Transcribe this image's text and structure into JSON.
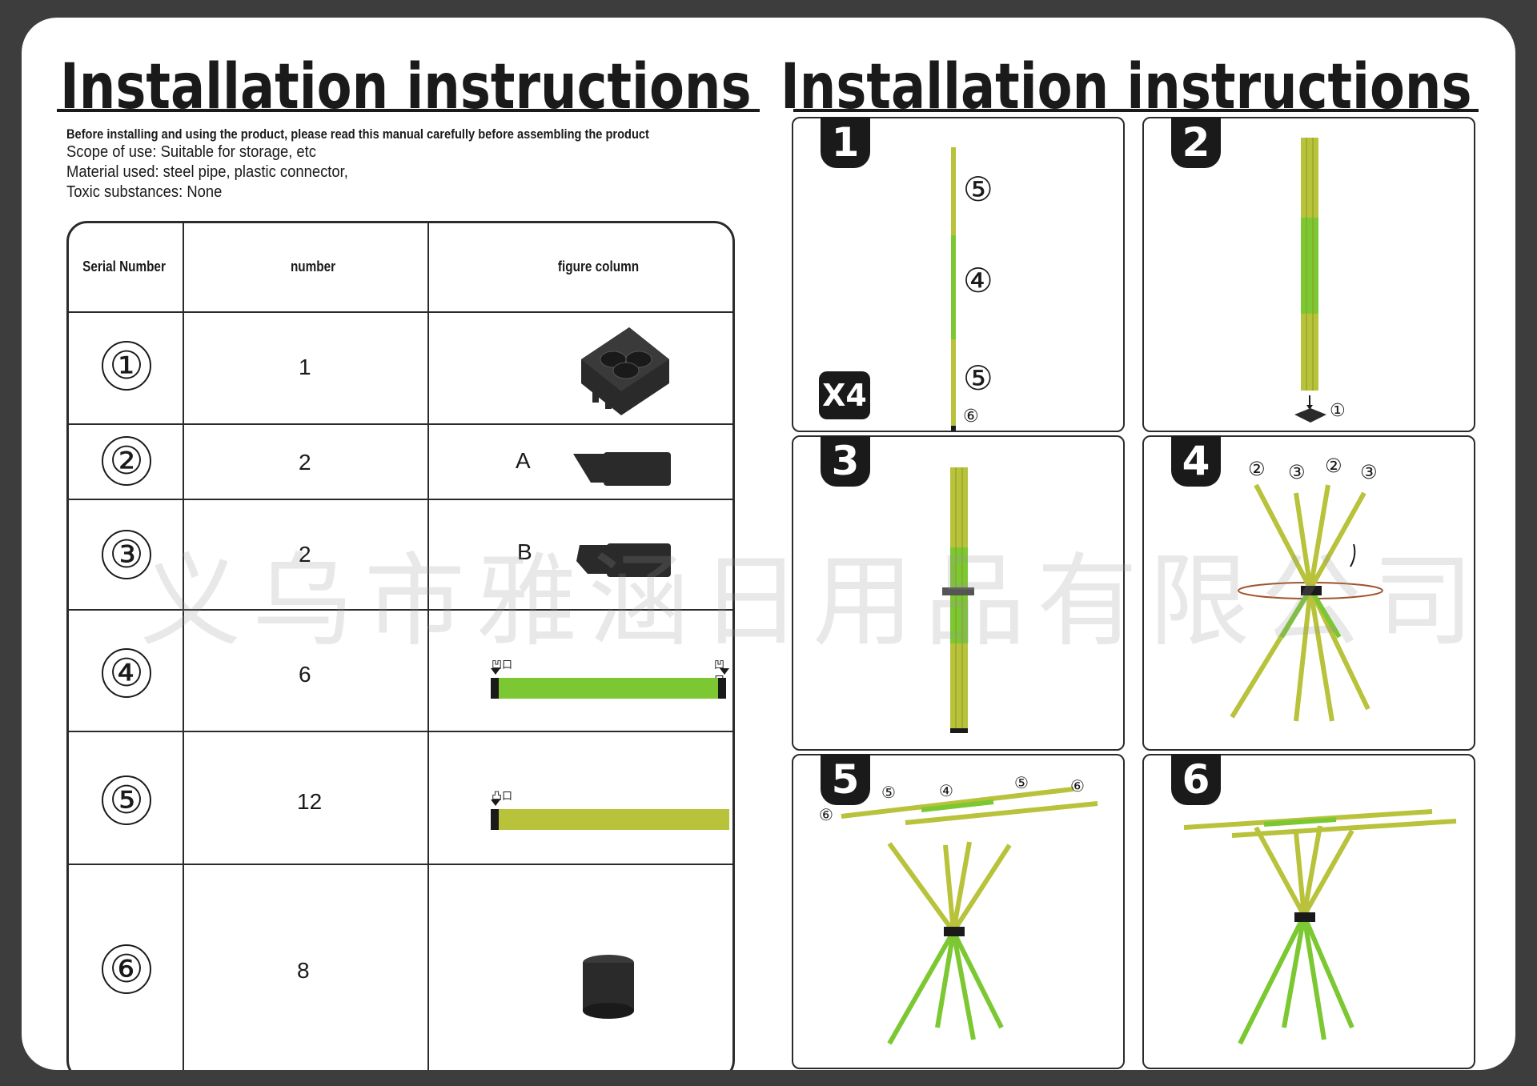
{
  "header": {
    "title_left": "Installation instructions",
    "title_right": "Installation instructions"
  },
  "intro": {
    "lead": "Before installing and using the product, please read this manual carefully before assembling the product",
    "lines": [
      "Scope of use: Suitable for storage, etc",
      "Material used: steel pipe, plastic connector,",
      "Toxic substances: None"
    ]
  },
  "parts_table": {
    "headers": [
      "Serial Number",
      "number",
      "figure column"
    ],
    "rows": [
      {
        "serial": "①",
        "number": "1",
        "figure_label": "",
        "figure": "base-connector"
      },
      {
        "serial": "②",
        "number": "2",
        "figure_label": "A",
        "figure": "hook-connector-a"
      },
      {
        "serial": "③",
        "number": "2",
        "figure_label": "B",
        "figure": "hook-connector-b"
      },
      {
        "serial": "④",
        "number": "6",
        "figure_label": "",
        "figure": "green-pipe"
      },
      {
        "serial": "⑤",
        "number": "12",
        "figure_label": "",
        "figure": "yellow-pipe"
      },
      {
        "serial": "⑥",
        "number": "8",
        "figure_label": "",
        "figure": "end-cap"
      }
    ],
    "notch_labels": {
      "concave_left": "凹口",
      "concave_right": "凹口",
      "convex": "凸口"
    }
  },
  "steps": [
    {
      "number": "1",
      "multiplier": "X4",
      "callouts": [
        "⑤",
        "④",
        "⑤",
        "⑥"
      ]
    },
    {
      "number": "2",
      "callouts": [
        "①"
      ]
    },
    {
      "number": "3",
      "callouts": []
    },
    {
      "number": "4",
      "callouts": [
        "②",
        "③",
        "②",
        "③"
      ]
    },
    {
      "number": "5",
      "callouts": [
        "⑤",
        "④",
        "⑤",
        "⑥",
        "⑥"
      ]
    },
    {
      "number": "6",
      "callouts": []
    }
  ],
  "watermark": "义乌市雅涵日用品有限公司",
  "colors": {
    "yellow_pipe": "#b8c23a",
    "green_pipe": "#7cc832",
    "dark": "#1a1a1a"
  }
}
